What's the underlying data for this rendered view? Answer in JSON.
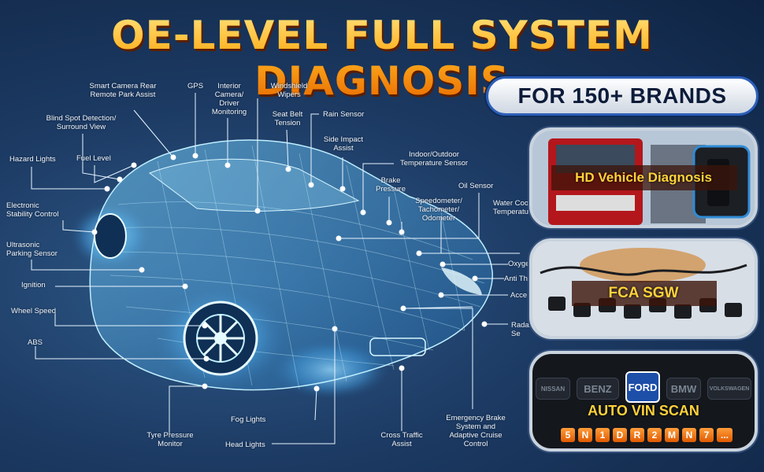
{
  "header": {
    "title": "OE-LEVEL FULL SYSTEM DIAGNOSIS",
    "subtitle": "FOR 150+ BRANDS"
  },
  "features": [
    {
      "key": "smart-camera",
      "label": "Smart Camera Rear\nRemote Park Assist"
    },
    {
      "key": "gps",
      "label": "GPS"
    },
    {
      "key": "interior-camera",
      "label": "Interior\nCamera/\nDriver\nMonitoring"
    },
    {
      "key": "windshield-wipers",
      "label": "Windshield\nWipers"
    },
    {
      "key": "seat-belt",
      "label": "Seat Belt\nTension"
    },
    {
      "key": "rain-sensor",
      "label": "Rain Sensor"
    },
    {
      "key": "blind-spot",
      "label": "Blind Spot Detection/\nSurround View"
    },
    {
      "key": "side-impact",
      "label": "Side Impact\nAssist"
    },
    {
      "key": "hazard-lights",
      "label": "Hazard Lights"
    },
    {
      "key": "fuel-level",
      "label": "Fuel Level"
    },
    {
      "key": "indoor-outdoor",
      "label": "Indoor/Outdoor\nTemperature Sensor"
    },
    {
      "key": "brake-pressure",
      "label": "Brake\nPressure"
    },
    {
      "key": "oil-sensor",
      "label": "Oil Sensor"
    },
    {
      "key": "electronic-stability",
      "label": "Electronic\nStability Control"
    },
    {
      "key": "speedometer",
      "label": "Speedometer/\nTachometer/\nOdometer"
    },
    {
      "key": "water-cool",
      "label": "Water Cool\nTemperatur"
    },
    {
      "key": "ultrasonic",
      "label": "Ultrasonic\nParking Sensor"
    },
    {
      "key": "oxygen",
      "label": "Oxygen"
    },
    {
      "key": "ignition",
      "label": "Ignition"
    },
    {
      "key": "anti-theft",
      "label": "Anti Th"
    },
    {
      "key": "accel",
      "label": "Acce"
    },
    {
      "key": "wheel-speed",
      "label": "Wheel Speed"
    },
    {
      "key": "radar",
      "label": "Radar Se"
    },
    {
      "key": "abs",
      "label": "ABS"
    },
    {
      "key": "fog-lights",
      "label": "Fog Lights"
    },
    {
      "key": "emergency-brake",
      "label": "Emergency Brake\nSystem and\nAdaptive Cruise\nControl"
    },
    {
      "key": "tyre-pressure",
      "label": "Tyre Pressure\nMonitor"
    },
    {
      "key": "cross-traffic",
      "label": "Cross Traffic\nAssist"
    },
    {
      "key": "head-lights",
      "label": "Head Lights"
    }
  ],
  "cards": [
    {
      "key": "hd",
      "label": "HD Vehicle Diagnosis"
    },
    {
      "key": "fca",
      "label": "FCA SGW"
    },
    {
      "key": "vin",
      "label": "AUTO VIN SCAN",
      "brands": [
        "NISSAN",
        "BENZ",
        "FORD",
        "BMW",
        "VOLKSWAGEN"
      ],
      "vin": [
        "5",
        "N",
        "1",
        "D",
        "R",
        "2",
        "M",
        "N",
        "7",
        "..."
      ]
    }
  ],
  "colors": {
    "title": "#ffb42a",
    "accent": "#ffd23a",
    "background": "#1c3a63"
  }
}
